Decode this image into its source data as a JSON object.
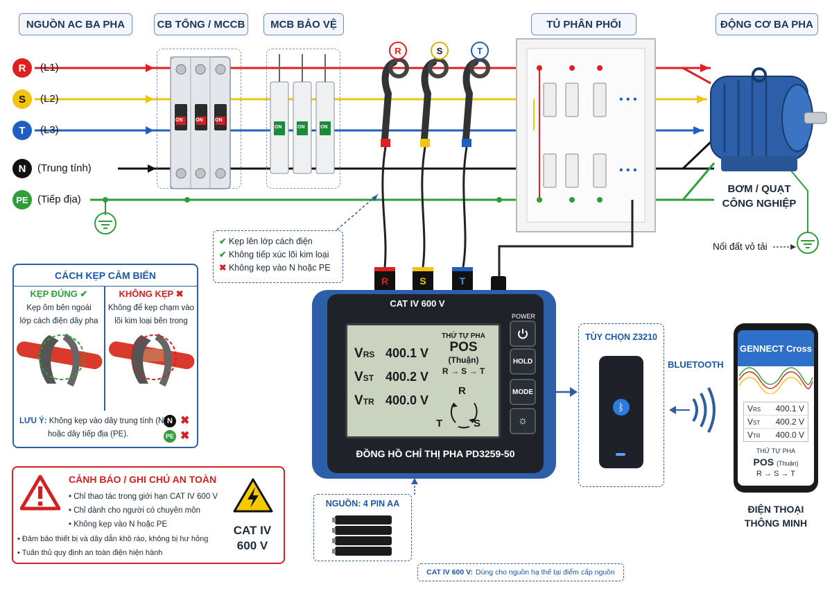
{
  "headers": {
    "ac_source": "NGUỒN AC BA PHA",
    "mccb": "CB TỔNG / MCCB",
    "mcb": "MCB BẢO VỆ",
    "panel": "TỦ PHÂN PHỐI",
    "motor": "ĐỘNG CƠ BA PHA"
  },
  "phases": [
    {
      "letter": "R",
      "label": "(L1)",
      "color": "#e02020"
    },
    {
      "letter": "S",
      "label": "(L2)",
      "color": "#f2c40f"
    },
    {
      "letter": "T",
      "label": "(L3)",
      "color": "#1f5fbf"
    },
    {
      "letter": "N",
      "label": "(Trung tính)",
      "color": "#111111"
    },
    {
      "letter": "PE",
      "label": "(Tiếp địa)",
      "color": "#2f9e3a"
    }
  ],
  "breaker_on": "ON",
  "clamp_letters": [
    "R",
    "S",
    "T"
  ],
  "clamp_notes": [
    {
      "mark": "✔",
      "text": "Kẹp lên lớp cách điện"
    },
    {
      "mark": "✔",
      "text": "Không tiếp xúc lõi kim loại"
    },
    {
      "mark": "✖",
      "text": "Không kẹp vào N hoặc PE"
    }
  ],
  "motor_label": [
    "BƠM / QUẠT",
    "CÔNG NGHIỆP"
  ],
  "ground_note": "Nối đất vỏ tải",
  "clamp_method": {
    "title": "CÁCH KẸP CẢM BIẾN",
    "correct_title": "KẸP ĐÚNG",
    "correct_desc": [
      "Kẹp ôm bên ngoài",
      "lớp cách điện dây pha"
    ],
    "wrong_title": "KHÔNG KẸP",
    "wrong_desc": [
      "Không để kẹp chạm vào",
      "lõi kim loại bên trong"
    ],
    "note_label": "LƯU Ý:",
    "note_text": [
      "Không kẹp vào dây trung tính (N)",
      "hoặc dây tiếp địa (PE)."
    ],
    "note_badges": [
      "N",
      "PE"
    ]
  },
  "warning": {
    "title": "CẢNH BÁO / GHI CHÚ AN TOÀN",
    "items": [
      "Chỉ thao tác trong giới hạn CAT IV 600 V",
      "Chỉ dành cho người có chuyên môn",
      "Không kẹp vào N hoặc PE",
      "Đảm bảo thiết bị và dây dẫn khô ráo, không bị hư hỏng",
      "Tuân thủ quy định an toàn điện hiện hành"
    ],
    "cat_rating": [
      "CAT IV",
      "600 V"
    ]
  },
  "meter": {
    "cat_label": "CAT IV 600 V",
    "plugs": [
      "R",
      "S",
      "T"
    ],
    "readings": [
      {
        "label": "V",
        "sub": "RS",
        "value": "400.1 V"
      },
      {
        "label": "V",
        "sub": "ST",
        "value": "400.2 V"
      },
      {
        "label": "V",
        "sub": "TR",
        "value": "400.0 V"
      }
    ],
    "phase_seq_title": "THỨ TỰ PHA",
    "phase_seq_value": "POS",
    "phase_seq_desc": "(Thuận)",
    "phase_seq_order": "R → S → T",
    "rotation_letters": [
      "R",
      "S",
      "T"
    ],
    "buttons": [
      "POWER",
      "HOLD",
      "MODE"
    ],
    "name": "ĐỒNG HỒ CHỈ THỊ PHA  PD3259-50"
  },
  "battery_label": "NGUỒN: 4 PIN AA",
  "cat_footnote_bold": "CAT IV 600 V:",
  "cat_footnote": "Dùng cho nguồn hạ thế tại điểm cấp nguồn",
  "option_label": "TÙY CHỌN Z3210",
  "bluetooth_label": "BLUETOOTH",
  "phone": {
    "app_name": "GENNECT Cross",
    "readings": [
      {
        "label": "V",
        "sub": "RS",
        "value": "400.1  V"
      },
      {
        "label": "V",
        "sub": "ST",
        "value": "400.2  V"
      },
      {
        "label": "V",
        "sub": "TR",
        "value": "400.0  V"
      }
    ],
    "seq_title": "THỨ TỰ PHA",
    "seq_value": "POS",
    "seq_desc": "(Thuận)",
    "seq_order": "R → S → T"
  },
  "phone_label": [
    "ĐIỆN THOẠI",
    "THÔNG MINH"
  ]
}
